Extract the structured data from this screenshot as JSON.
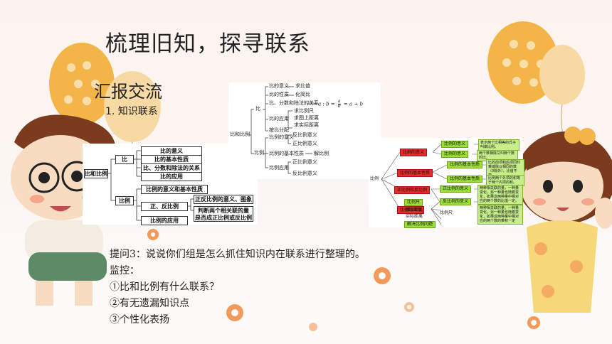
{
  "slide": {
    "title": "梳理旧知，探寻联系",
    "subtitle": "汇报交流",
    "section": "1. 知识联系",
    "question": "提问3：说说你们组是怎么抓住知识内在联系进行整理的。",
    "monitor_label": "监控：",
    "points": [
      "①比和比例有什么联系？",
      "②有无遗漏知识点",
      "③个性化表扬"
    ]
  },
  "diagram1": {
    "root": "比和比例",
    "bi": "比",
    "bi_items": [
      "比的意义",
      "比的基本性质",
      "比、分数和除法的关系",
      "比的应用"
    ],
    "bili": "比例",
    "bili_items": [
      "比例的意义和基本性质",
      "正、反比例",
      "比例的应用"
    ],
    "zhengfan_items": [
      "正反比例的意义、图象",
      "判断两个相关联的量",
      "是否成正比例或反比例"
    ]
  },
  "diagram2": {
    "root": "比和比例",
    "bi": "比",
    "bi_yiyi": "比的意义",
    "qiu_bizhi": "求比值",
    "bi_xingzhi": "比的性质",
    "huajianbi": "化简比",
    "bi_guanxi": "比、分数和除法的关系",
    "formula": "a : b =",
    "frac_num": "a",
    "frac_den": "b",
    "formula_tail": "= a ÷ b",
    "bi_yingyong": "比的应用",
    "yingyong_items": [
      "求比例尺",
      "求图上距离",
      "求实际距离"
    ],
    "anbifenpei": "按比分配",
    "bili": "比例",
    "bili_yiyi": "比例的意义",
    "fanbili_yiyi": "反比例意义",
    "zhengbili_yiyi": "正比例意义",
    "bili_xingzhi": "比例的基本性质",
    "jie_bili": "解比例",
    "bili_yingyong": "比例应用",
    "zhengbili_yiyi2": "正比例意义",
    "fanbili_yiyi2": "反比例意义"
  },
  "diagram3": {
    "root": "比例",
    "red_items": [
      "比例的意义",
      "比例的基本性质",
      "正比例和反比例",
      "比例的应用"
    ],
    "green_items": [
      "比例的意义",
      "比例的意义",
      "比例的基本性质",
      "比例的基本性质",
      "正比例的意义",
      "反比例的意义",
      "比例尺",
      "图上距离",
      "实际距离",
      "解决比例问题"
    ],
    "desc_items": [
      "表示两个比相等的式子叫做比例。",
      "两个数相除又叫两个数的比。",
      "比的前项和后项同时乘或除以相同的数（0除外），比值不变。",
      "比例两个外项的积等于两个内项的积。",
      "两种相关联的量，一种量变化，另一种量也随着变化，如果这两种量中相对应的两个数的比值一定。",
      "两种相关联的量，一种量变化，另一种量也随着变化，如果这两种量中相对应的两个数的乘积一定"
    ],
    "bilichi_label": "比例尺"
  },
  "colors": {
    "red_box": "#e62b2b",
    "green_box": "#9ddf3a",
    "balloon": "#f3b547",
    "flower": "#f39a5a"
  },
  "icons": [
    "balloon-icon",
    "flower-icon",
    "boy-illustration",
    "girl-illustration"
  ]
}
